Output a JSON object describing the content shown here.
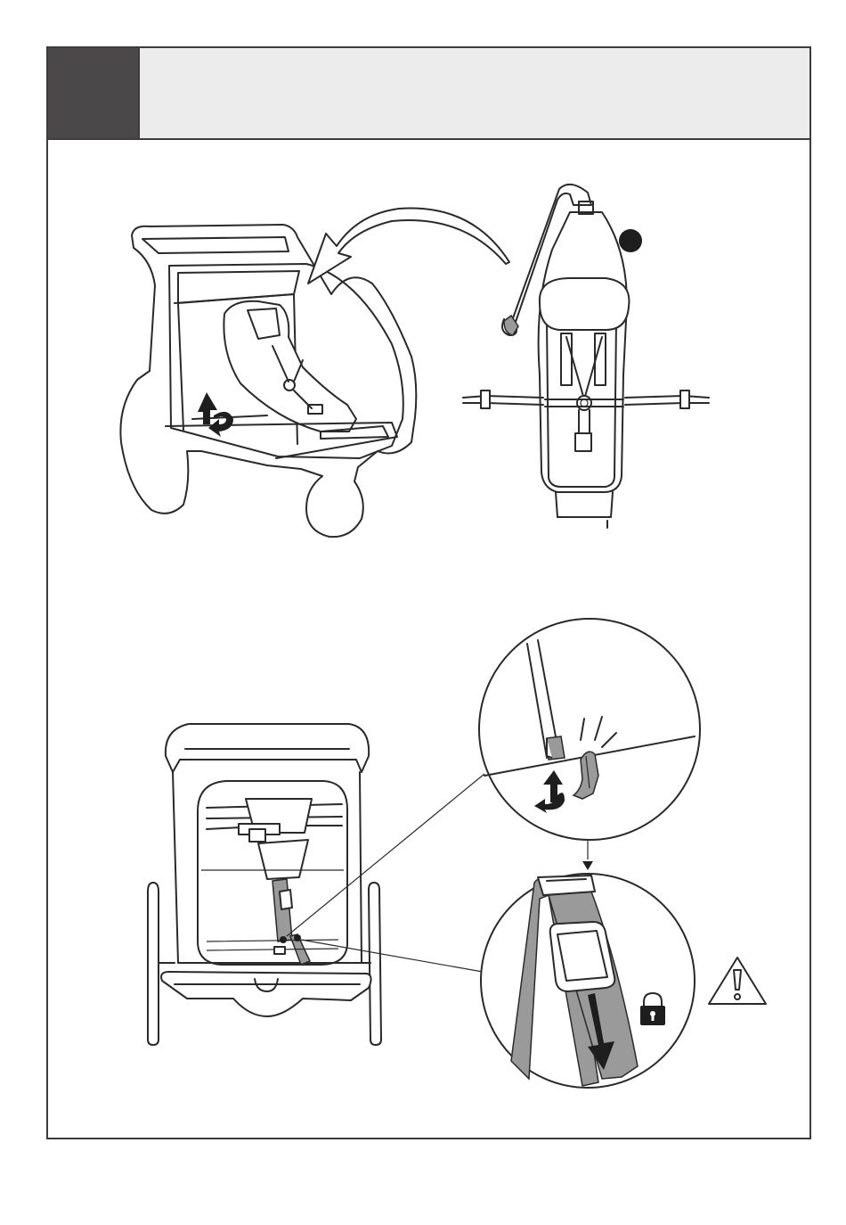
{
  "header": {
    "step_number": "",
    "title": ""
  },
  "illustrations": {
    "seat_insertion": {
      "icon": "infant-seat-insertion"
    },
    "seat_top_view": {
      "icon": "infant-seat-top-view"
    },
    "stroller_front_view": {
      "icon": "stroller-front-view"
    },
    "clip_detail": {
      "icon": "clip-click-detail"
    },
    "strap_detail": {
      "icon": "strap-tighten-detail"
    }
  },
  "symbols": {
    "lock": "lock-icon",
    "warning": "warning-icon",
    "marker": "filled-dot"
  },
  "colors": {
    "header_dark": "#4a4849",
    "header_light": "#ececec",
    "strap_gray": "#9a9a9a",
    "line": "#2a2a2a"
  }
}
